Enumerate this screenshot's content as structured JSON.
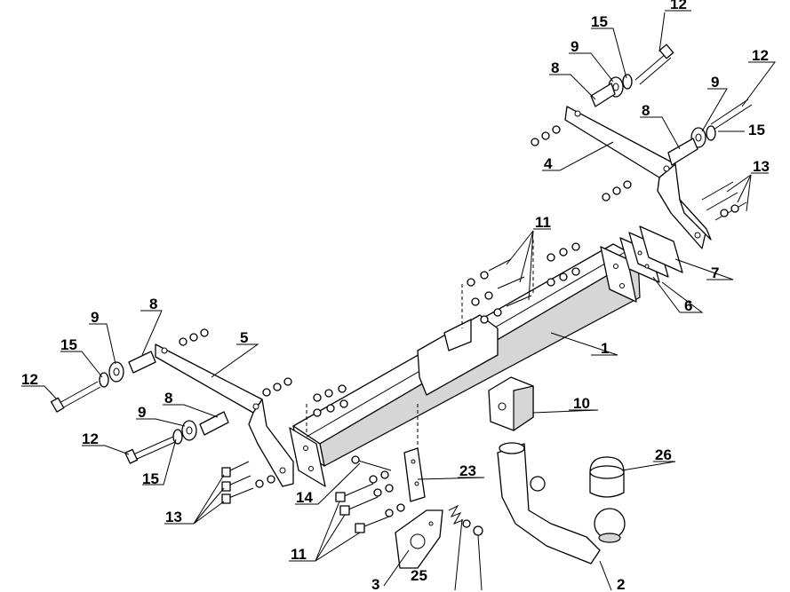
{
  "callouts": {
    "c1": "1",
    "c2": "2",
    "c3": "3",
    "c4": "4",
    "c5": "5",
    "c6": "6",
    "c7": "7",
    "c8a": "8",
    "c8b": "8",
    "c8c": "8",
    "c8d": "8",
    "c9a": "9",
    "c9b": "9",
    "c9c": "9",
    "c9d": "9",
    "c10": "10",
    "c11a": "11",
    "c11b": "11",
    "c12a": "12",
    "c12b": "12",
    "c12c": "12",
    "c12d": "12",
    "c13a": "13",
    "c13b": "13",
    "c14": "14",
    "c15a": "15",
    "c15b": "15",
    "c15c": "15",
    "c15d": "15",
    "c23": "23",
    "c25": "25",
    "c26": "26"
  }
}
